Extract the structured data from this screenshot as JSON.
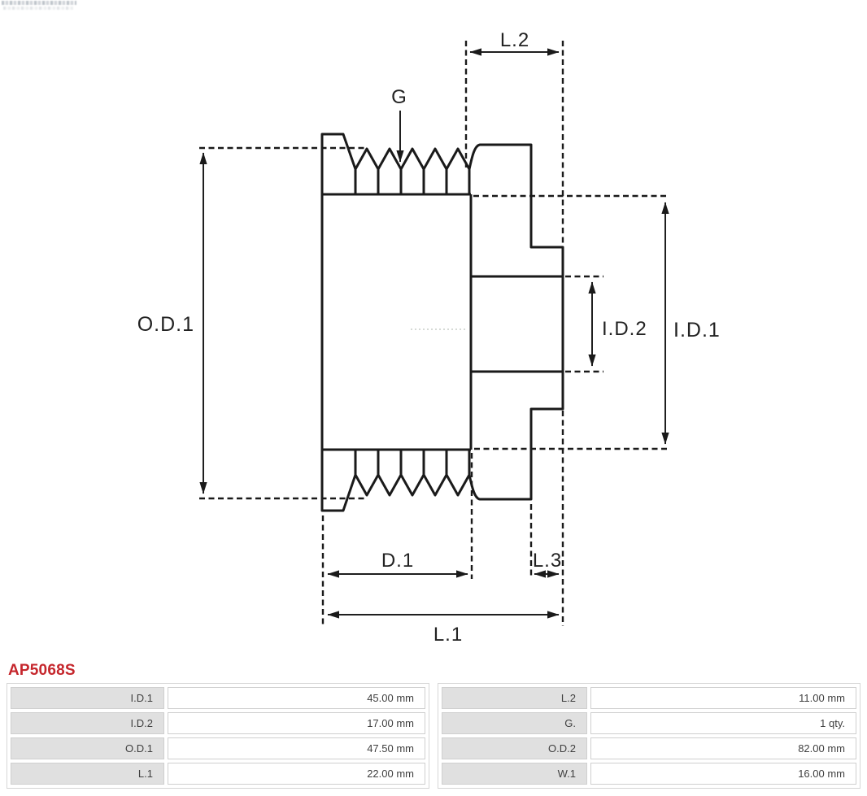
{
  "colors": {
    "accent_red": "#c5262c",
    "drawing_line": "#1a1a1a",
    "table_label_bg": "#e0e0e0",
    "table_border": "#cfcfcf",
    "table_text": "#3f3f3f"
  },
  "part_number": "AP5068S",
  "diagram": {
    "type": "pulley-cross-section-technical-drawing",
    "labels": {
      "od1": "O.D.1",
      "l2": "L.2",
      "g": "G",
      "id2": "I.D.2",
      "id1": "I.D.1",
      "d1": "D.1",
      "l3": "L.3",
      "l1": "L.1"
    }
  },
  "spec_tables": {
    "left": {
      "rows": [
        {
          "label": "I.D.1",
          "value": "45.00 mm"
        },
        {
          "label": "I.D.2",
          "value": "17.00 mm"
        },
        {
          "label": "O.D.1",
          "value": "47.50 mm"
        },
        {
          "label": "L.1",
          "value": "22.00 mm"
        }
      ]
    },
    "right": {
      "rows": [
        {
          "label": "L.2",
          "value": "11.00 mm"
        },
        {
          "label": "G.",
          "value": "1 qty."
        },
        {
          "label": "O.D.2",
          "value": "82.00 mm"
        },
        {
          "label": "W.1",
          "value": "16.00 mm"
        }
      ]
    }
  }
}
